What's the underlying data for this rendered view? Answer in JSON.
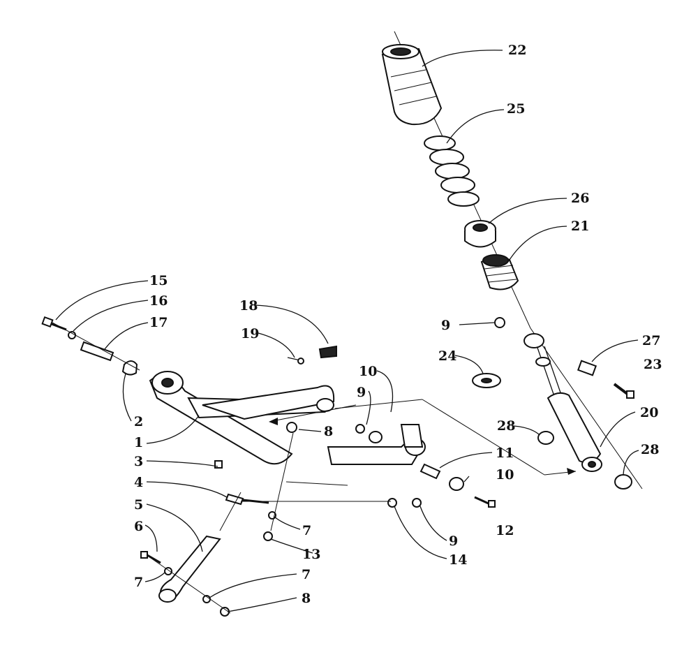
{
  "diagram": {
    "callouts": [
      {
        "id": "c22",
        "text": "22"
      },
      {
        "id": "c25",
        "text": "25"
      },
      {
        "id": "c26",
        "text": "26"
      },
      {
        "id": "c21",
        "text": "21"
      },
      {
        "id": "c15",
        "text": "15"
      },
      {
        "id": "c16",
        "text": "16"
      },
      {
        "id": "c17",
        "text": "17"
      },
      {
        "id": "c18",
        "text": "18"
      },
      {
        "id": "c19",
        "text": "19"
      },
      {
        "id": "c9a",
        "text": "9"
      },
      {
        "id": "c27",
        "text": "27"
      },
      {
        "id": "c24",
        "text": "24"
      },
      {
        "id": "c23",
        "text": "23"
      },
      {
        "id": "c10a",
        "text": "10"
      },
      {
        "id": "c9b",
        "text": "9"
      },
      {
        "id": "c2",
        "text": "2"
      },
      {
        "id": "c1",
        "text": "1"
      },
      {
        "id": "c8a",
        "text": "8"
      },
      {
        "id": "c28a",
        "text": "28"
      },
      {
        "id": "c20",
        "text": "20"
      },
      {
        "id": "c11",
        "text": "11"
      },
      {
        "id": "c28b",
        "text": "28"
      },
      {
        "id": "c3",
        "text": "3"
      },
      {
        "id": "c10b",
        "text": "10"
      },
      {
        "id": "c4",
        "text": "4"
      },
      {
        "id": "c12",
        "text": "12"
      },
      {
        "id": "c5",
        "text": "5"
      },
      {
        "id": "c7a",
        "text": "7"
      },
      {
        "id": "c9c",
        "text": "9"
      },
      {
        "id": "c6",
        "text": "6"
      },
      {
        "id": "c13",
        "text": "13"
      },
      {
        "id": "c14",
        "text": "14"
      },
      {
        "id": "c7b",
        "text": "7"
      },
      {
        "id": "c7c",
        "text": "7"
      },
      {
        "id": "c8b",
        "text": "8"
      }
    ]
  }
}
